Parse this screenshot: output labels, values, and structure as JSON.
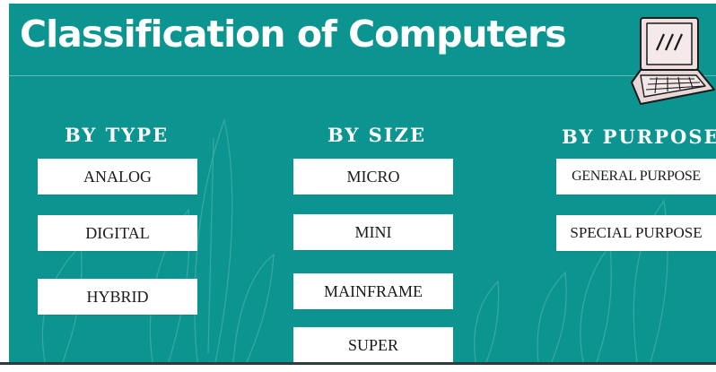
{
  "title": "Classification of Computers",
  "columns": [
    {
      "heading": "BY TYPE",
      "items": [
        "ANALOG",
        "DIGITAL",
        "HYBRID"
      ]
    },
    {
      "heading": "BY SIZE",
      "items": [
        "MICRO",
        "MINI",
        "MAINFRAME",
        "SUPER"
      ]
    },
    {
      "heading": "BY PURPOSE",
      "items": [
        "GENERAL PURPOSE",
        "SPECIAL PURPOSE"
      ]
    }
  ],
  "colors": {
    "background": "#0c9590",
    "box": "#ffffff",
    "heading_text": "#ffffff",
    "box_text": "#1a1a1a"
  },
  "icons": [
    "laptop-icon",
    "leaf-decoration"
  ]
}
